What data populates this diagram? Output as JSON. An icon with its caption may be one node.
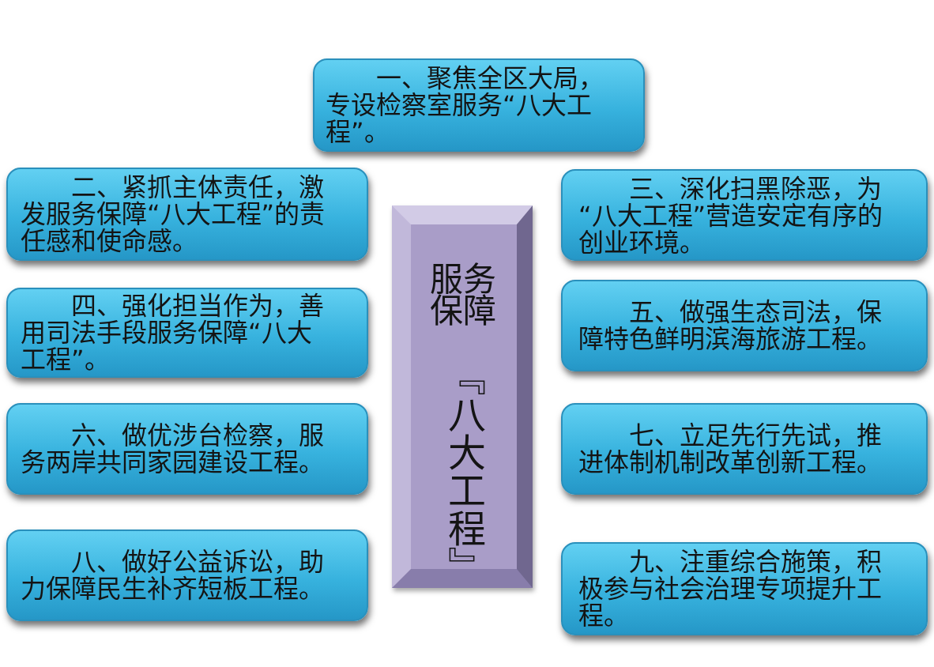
{
  "diagram": {
    "nodes": [
      {
        "text": [
          "一、聚焦全区大局，专设检察室服务“八大工程”。"
        ]
      },
      {
        "text": [
          "二、紧抓主体责任，激发服务保障“八大工程”的责任感和使命感。"
        ]
      },
      {
        "text": [
          "三、深化扫黑除恶，为“八大工程”营造安定有序的创业环境。"
        ]
      },
      {
        "text": [
          "服务保障",
          "『八大工程』"
        ]
      },
      {
        "text": [
          "四、强化担当作为，善用司法手段服务保障“八大工程”。"
        ]
      },
      {
        "text": [
          "五、做强生态司法，保障特色鲜明滨海旅游工程。"
        ]
      },
      {
        "text": [
          "六、做优涉台检察，服务两岸共同家园建设工程。"
        ]
      },
      {
        "text": [
          "七、立足先行先试，推进体制机制改革创新工程。"
        ]
      },
      {
        "text": [
          "八、做好公益诉讼，助力保障民生补齐短板工程。"
        ]
      },
      {
        "text": [
          "九、注重综合施策，积极参与社会治理专项提升工程。"
        ]
      }
    ]
  }
}
